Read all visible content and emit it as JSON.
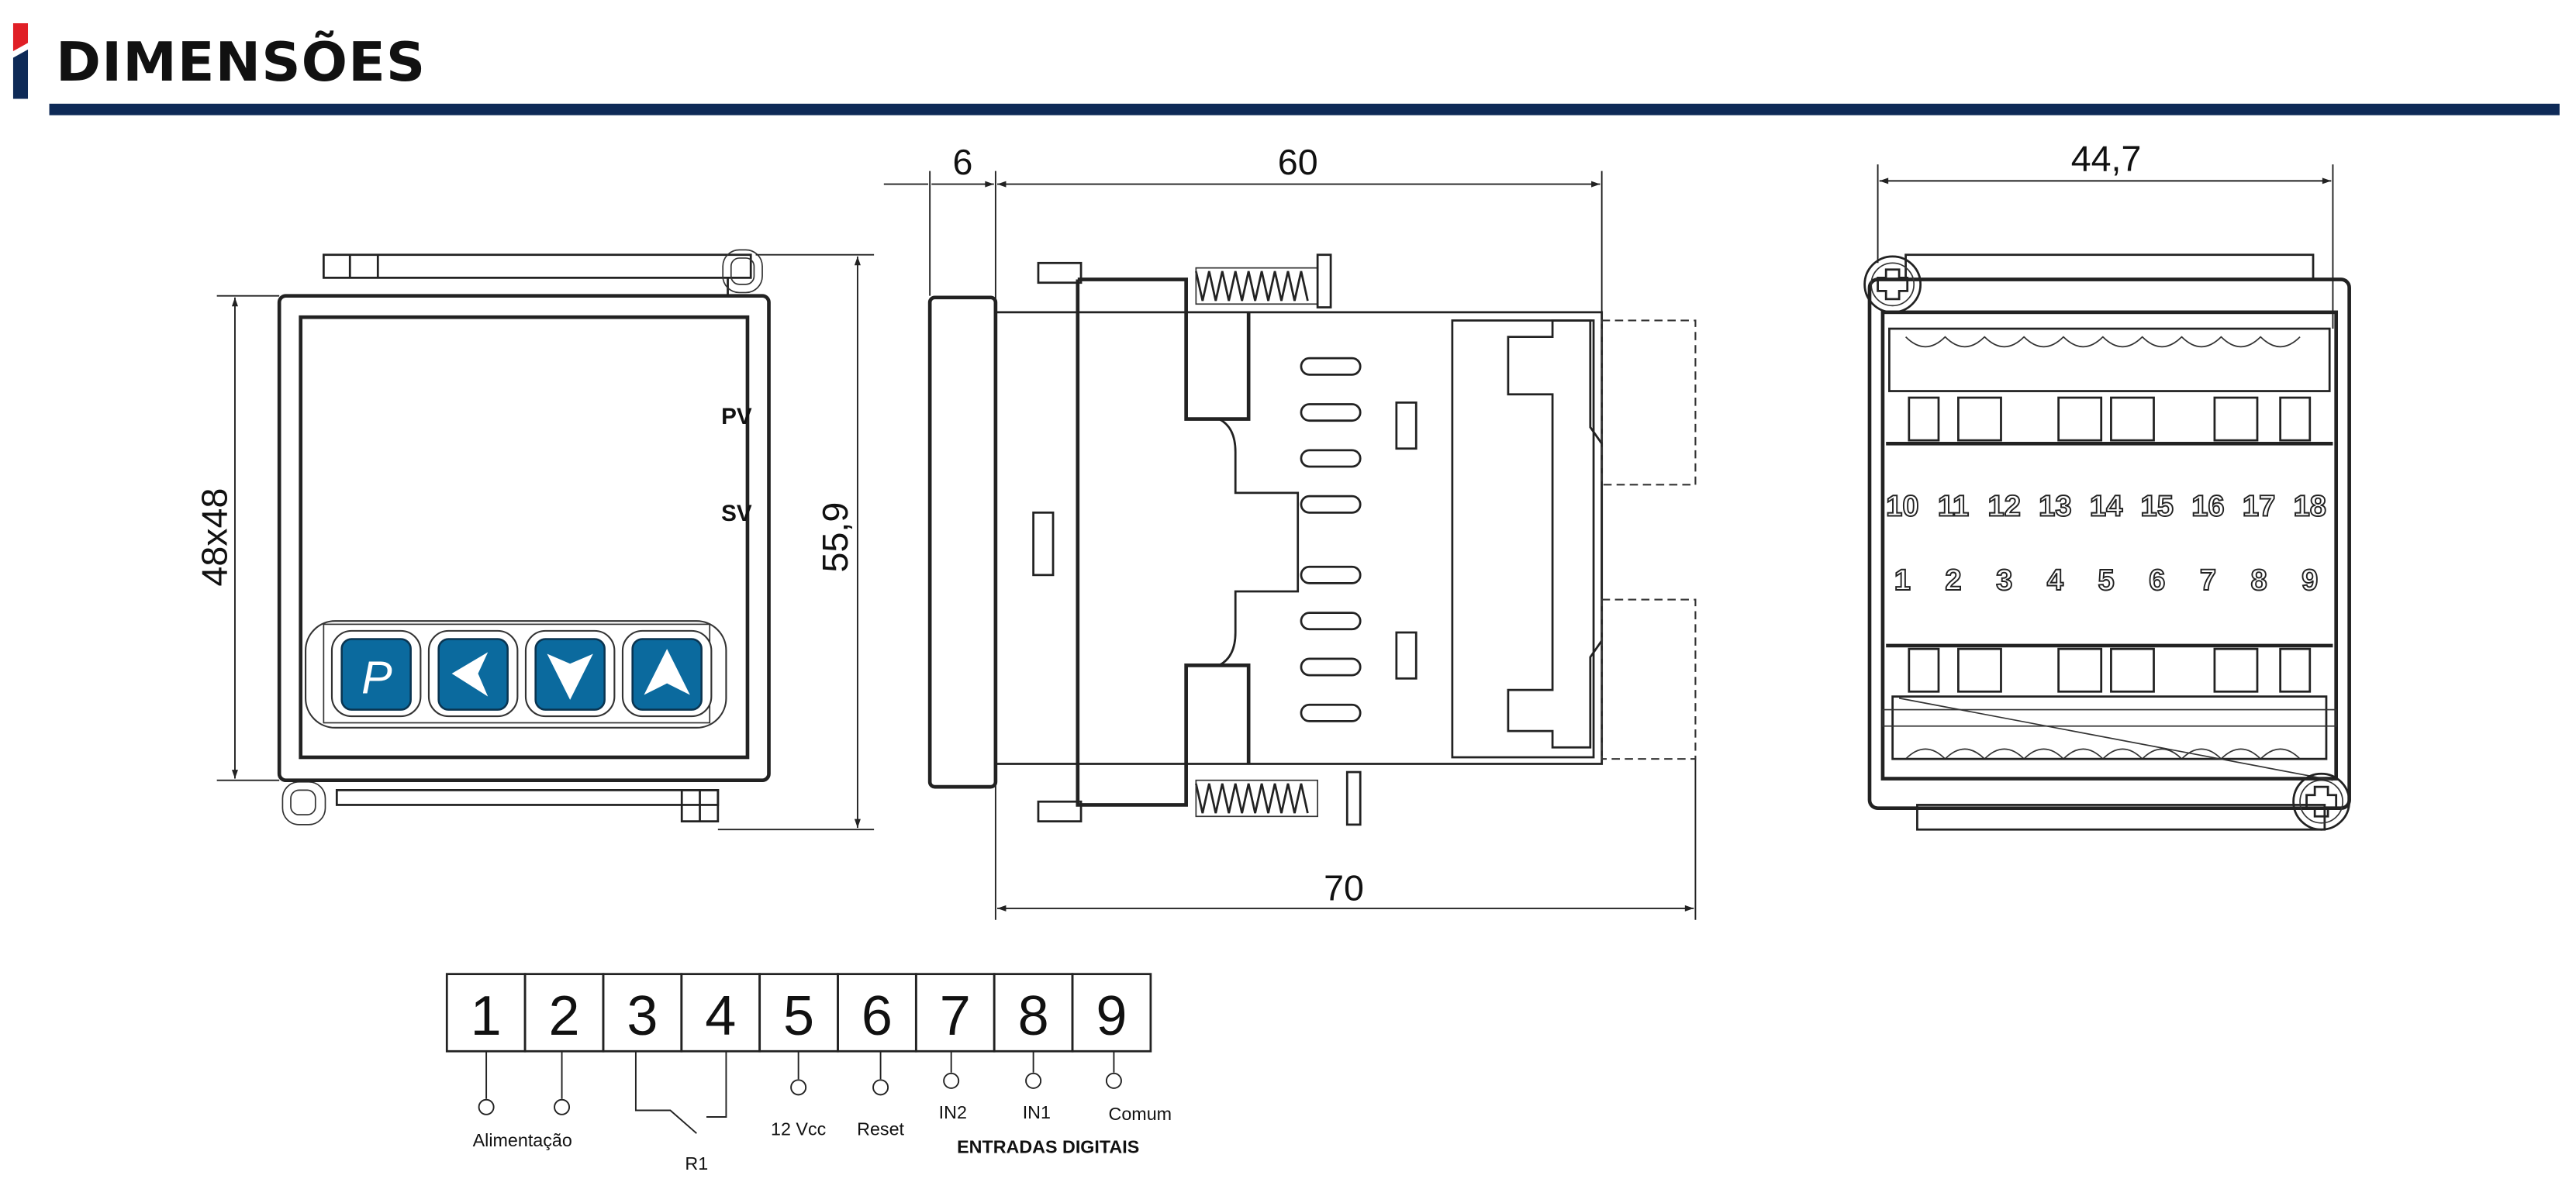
{
  "header": {
    "title": "DIMENSÕES",
    "accent_red": "#e01f26",
    "accent_navy": "#0e2a57"
  },
  "front_view": {
    "dim_width_height": "48x48",
    "dim_total_height": "55,9",
    "indicator_pv": "PV",
    "indicator_sv": "SV",
    "button_color": "#0b6a9e",
    "buttons": [
      {
        "name": "p-button",
        "label": "P",
        "icon": "p-letter"
      },
      {
        "name": "left-button",
        "label": "",
        "icon": "arrow-left-icon"
      },
      {
        "name": "down-button",
        "label": "",
        "icon": "arrow-down-icon"
      },
      {
        "name": "up-button",
        "label": "",
        "icon": "arrow-up-icon"
      }
    ]
  },
  "side_view": {
    "dim_bezel": "6",
    "dim_body": "60",
    "dim_total": "70"
  },
  "rear_view": {
    "dim_width": "44,7",
    "top_row": [
      "10",
      "11",
      "12",
      "13",
      "14",
      "15",
      "16",
      "17",
      "18"
    ],
    "bottom_row": [
      "1",
      "2",
      "3",
      "4",
      "5",
      "6",
      "7",
      "8",
      "9"
    ]
  },
  "terminal_diagram": {
    "terminals": [
      "1",
      "2",
      "3",
      "4",
      "5",
      "6",
      "7",
      "8",
      "9"
    ],
    "labels": {
      "power": "Alimentação",
      "relay": "R1",
      "vcc": "12 Vcc",
      "reset": "Reset",
      "in2": "IN2",
      "in1": "IN1",
      "common": "Comum",
      "digital_inputs": "ENTRADAS DIGITAIS"
    }
  }
}
